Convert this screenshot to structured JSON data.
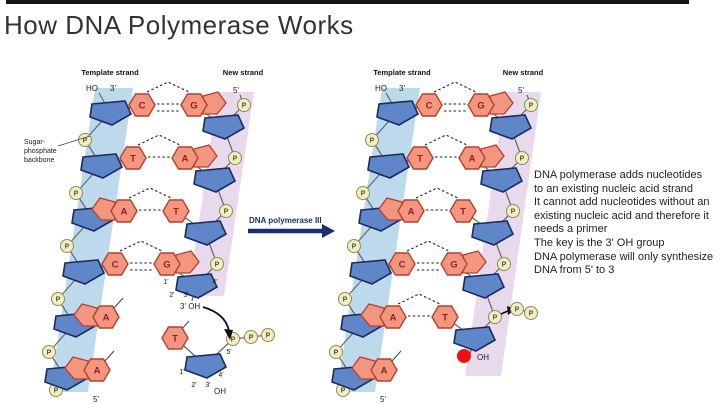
{
  "title": "How DNA Polymerase Works",
  "labels": {
    "template_strand": "Template strand",
    "new_strand": "New strand",
    "ho": "HO",
    "three_prime": "3'",
    "five_prime": "5'",
    "p": "P",
    "oh": "OH",
    "three_oh": "3' OH",
    "c1": "1'",
    "c2": "2'",
    "c3": "3'",
    "c4": "4'",
    "c5": "5'",
    "backbone_line1": "Sugar-",
    "backbone_line2": "phosphate",
    "backbone_line3": "backbone",
    "enzyme": "DNA polymerase III"
  },
  "left_diagram": {
    "template_bases": [
      "C",
      "T",
      "A",
      "C",
      "A",
      "A"
    ],
    "new_bases": [
      "G",
      "A",
      "T",
      "G"
    ],
    "incoming_base": "T"
  },
  "right_diagram": {
    "template_bases": [
      "C",
      "T",
      "A",
      "C",
      "A",
      "A"
    ],
    "new_bases": [
      "G",
      "A",
      "T",
      "G",
      "T"
    ]
  },
  "description": {
    "lines": [
      "DNA polymerase adds nucleotides",
      "to an existing nucleic acid strand",
      "It cannot add nucleotides without an",
      "existing nucleic acid and therefore it",
      "needs a primer",
      "The key is the 3' OH group",
      "DNA polymerase will only synthesize",
      "DNA from 5' to 3"
    ]
  },
  "colors": {
    "template_band": "#bdd9ec",
    "new_band": "#e8d9ec",
    "sugar_fill": "#5f86c9",
    "sugar_stroke": "#1a2c5e",
    "base_fill": "#f2967f",
    "base_stroke": "#b5412c",
    "phosphate_fill": "#f1edc6",
    "phosphate_stroke": "#8e8e55",
    "bond_line": "#666666",
    "hbond": "#222222",
    "enzyme_arrow": "#1d2e6e",
    "red_dot": "#ee1111"
  }
}
